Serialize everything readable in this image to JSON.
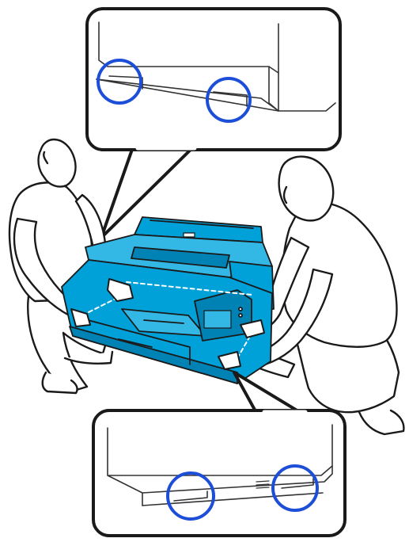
{
  "illustration": {
    "subject": "two-person-printer-lift",
    "colors": {
      "printer_body": "#00a0d8",
      "printer_dark": "#0082b4",
      "printer_light": "#33b8e6",
      "highlight_circle": "#1d4ed8",
      "outline": "#1a1a1a",
      "background": "#ffffff"
    }
  },
  "callouts": [
    {
      "name": "rear-lift-handles-callout",
      "circles": 2
    },
    {
      "name": "front-lift-handles-callout",
      "circles": 2
    }
  ]
}
